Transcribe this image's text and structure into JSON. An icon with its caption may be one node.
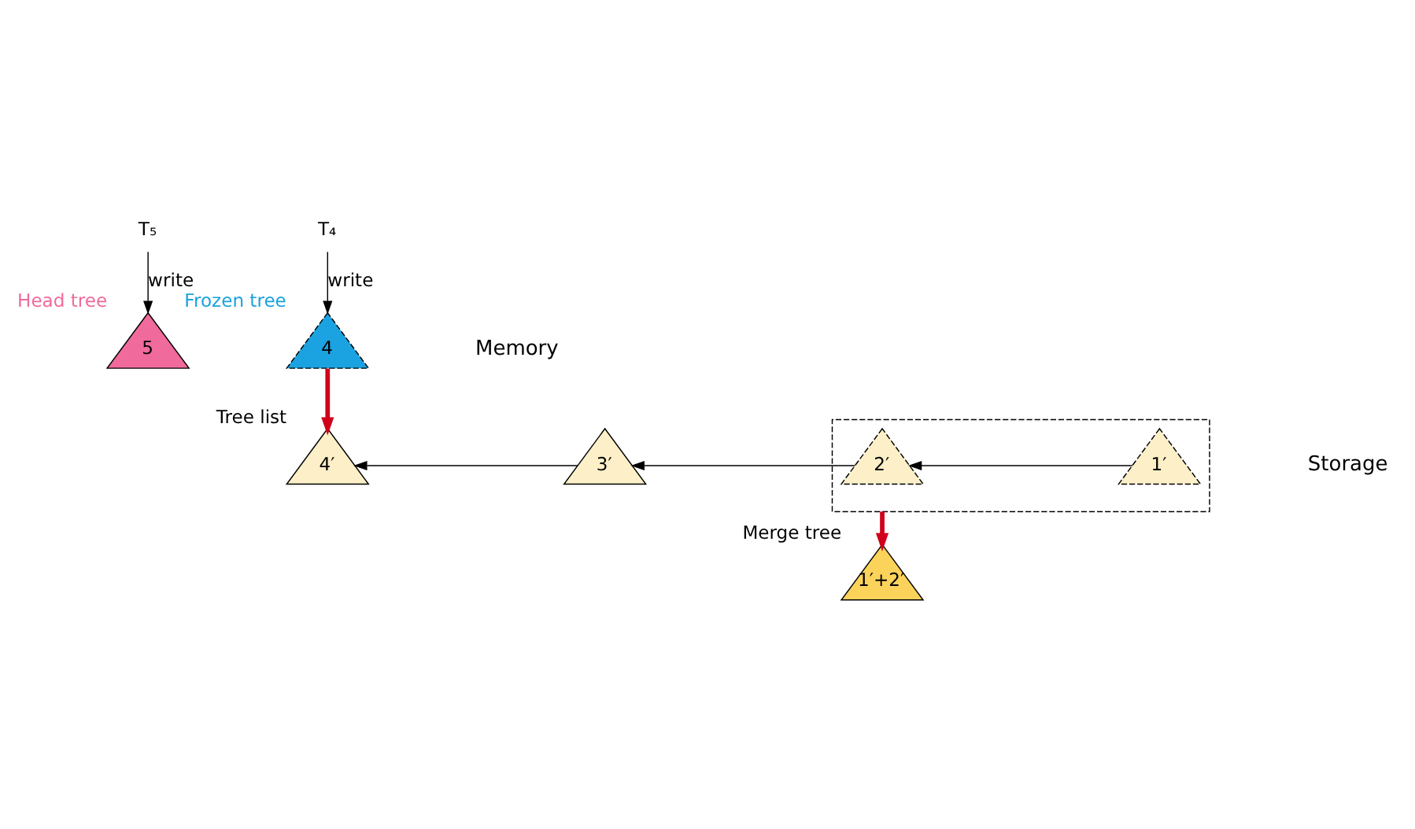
{
  "diagram": {
    "nodes": [
      {
        "text": [
          "T₅"
        ]
      },
      {
        "text": [
          "T₄"
        ]
      },
      {
        "text": [
          "5"
        ],
        "beside": [
          "Head tree"
        ]
      },
      {
        "text": [
          "4"
        ],
        "beside": [
          "Frozen tree"
        ]
      },
      {
        "text": [
          "4′"
        ],
        "beside": [
          "Tree list"
        ]
      },
      {
        "text": [
          "3′"
        ]
      },
      {
        "text": [],
        "shape": "box"
      },
      {
        "text": [
          "2′"
        ],
        "in": 6
      },
      {
        "text": [
          "1′"
        ],
        "in": 6
      },
      {
        "text": [
          "1′+2′"
        ],
        "beside": [
          "Merge tree"
        ]
      }
    ],
    "edges": [
      {
        "from": 0,
        "to": 2,
        "arrow": "to",
        "label": "write"
      },
      {
        "from": 1,
        "to": 3,
        "arrow": "to",
        "label": "write"
      },
      {
        "from": 3,
        "to": 4,
        "arrow": "to",
        "style": "thick",
        "color": "#d0021b"
      },
      {
        "from": 5,
        "to": 4,
        "arrow": "to"
      },
      {
        "from": 7,
        "to": 5,
        "arrow": "to"
      },
      {
        "from": 8,
        "to": 7,
        "arrow": "to"
      },
      {
        "from": 6,
        "to": 9,
        "arrow": "to",
        "style": "thick",
        "color": "#d0021b"
      }
    ],
    "labels": [
      "Memory",
      "Storage"
    ]
  }
}
